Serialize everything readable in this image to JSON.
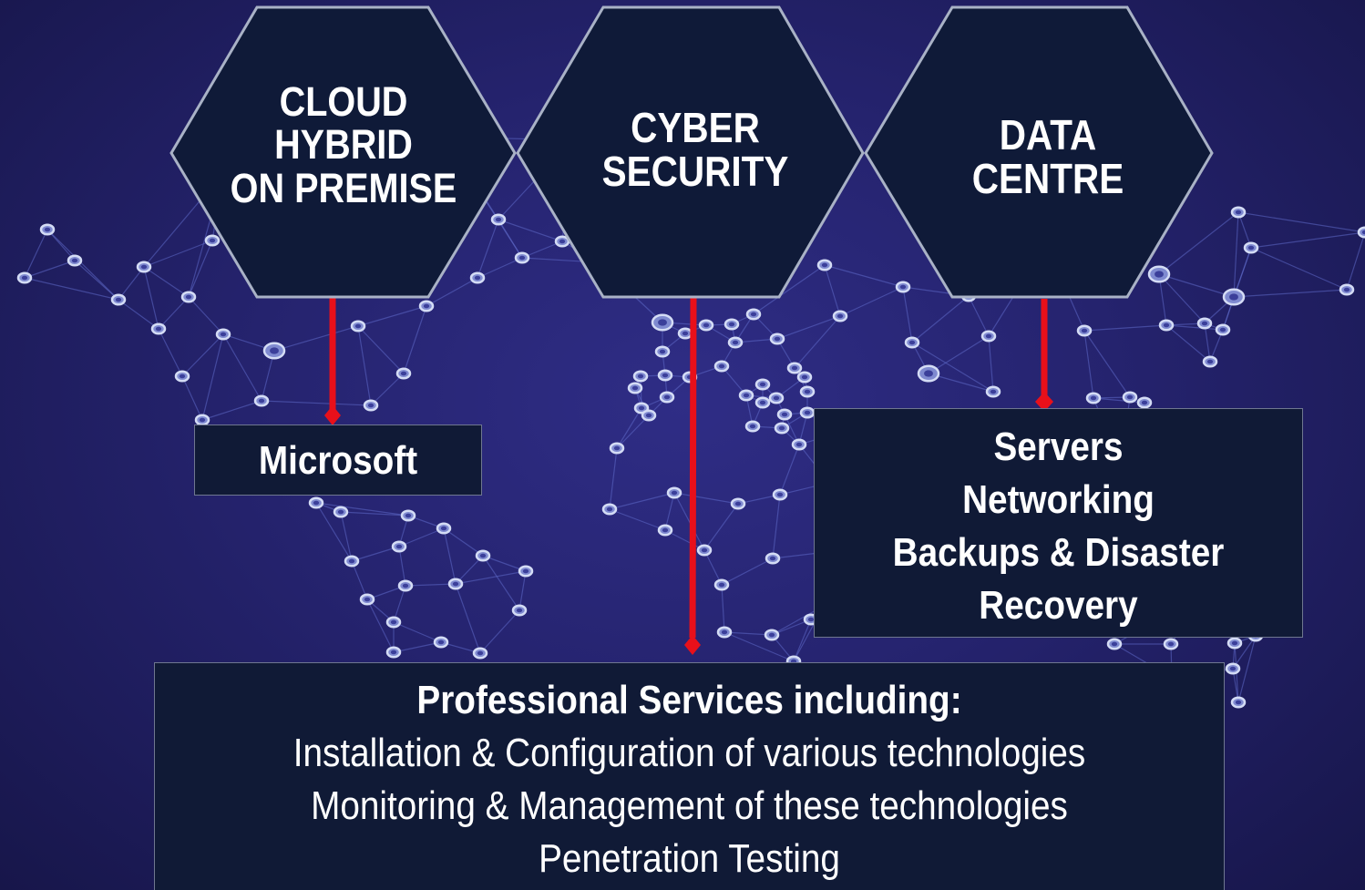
{
  "hexagons": [
    {
      "lines": [
        "CLOUD",
        "HYBRID",
        "ON PREMISE"
      ]
    },
    {
      "lines": [
        "CYBER",
        "SECURITY"
      ]
    },
    {
      "lines": [
        "DATA",
        "CENTRE"
      ]
    }
  ],
  "boxes": {
    "microsoft": {
      "label": "Microsoft"
    },
    "datacentre": {
      "lines": [
        "Servers",
        "Networking",
        "Backups & Disaster",
        "Recovery"
      ]
    },
    "professional": {
      "heading": "Professional Services including:",
      "lines": [
        "Installation & Configuration of various technologies",
        "Monitoring & Management of these technologies",
        "Penetration Testing"
      ]
    }
  },
  "colors": {
    "background": "#25236e",
    "hex_fill": "#0f1a38",
    "hex_stroke": "#a9b2c6",
    "connector": "#e8101a",
    "node": "#c9d4f0"
  }
}
